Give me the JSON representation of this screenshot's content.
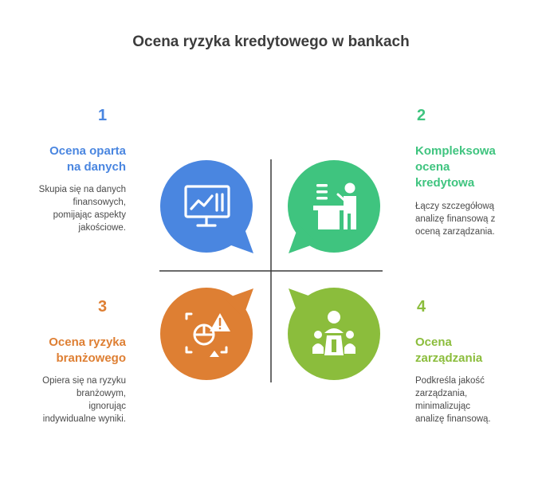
{
  "title": "Ocena ryzyka kredytowego w bankach",
  "quadrants": [
    {
      "number": "1",
      "heading_lines": [
        "Ocena oparta",
        "na danych"
      ],
      "desc_lines": [
        "Skupia się na danych",
        "finansowych,",
        "pomijając aspekty",
        "jakościowe."
      ],
      "color": "#4a86e0",
      "icon": "monitor-chart-icon"
    },
    {
      "number": "2",
      "heading_lines": [
        "Kompleksowa",
        "ocena",
        "kredytowa"
      ],
      "desc_lines": [
        "Łączy szczegółową",
        "analizę finansową z",
        "oceną zarządzania."
      ],
      "color": "#3fc47f",
      "icon": "presenter-podium-icon"
    },
    {
      "number": "3",
      "heading_lines": [
        "Ocena ryzyka",
        "branżowego"
      ],
      "desc_lines": [
        "Opiera się na ryzyku",
        "branżowym,",
        "ignorując",
        "indywidualne wyniki."
      ],
      "color": "#de7f33",
      "icon": "risk-analysis-icon"
    },
    {
      "number": "4",
      "heading_lines": [
        "Ocena",
        "zarządzania"
      ],
      "desc_lines": [
        "Podkreśla jakość",
        "zarządzania,",
        "minimalizując",
        "analizę finansową."
      ],
      "color": "#8bbd3c",
      "icon": "meeting-table-icon"
    }
  ]
}
